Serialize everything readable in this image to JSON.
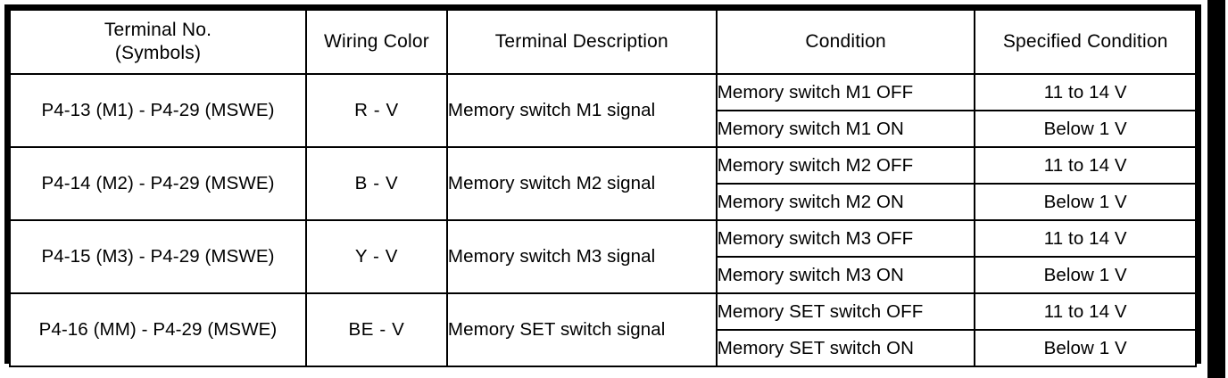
{
  "table": {
    "headers": [
      {
        "line1": "Terminal No.",
        "line2": "(Symbols)"
      },
      {
        "line1": "Wiring Color",
        "line2": ""
      },
      {
        "line1": "Terminal Description",
        "line2": ""
      },
      {
        "line1": "Condition",
        "line2": ""
      },
      {
        "line1": "Specified Condition",
        "line2": ""
      }
    ],
    "rows": [
      {
        "terminal": "P4-13 (M1) - P4-29 (MSWE)",
        "wiring_color": "R - V",
        "description": "Memory switch M1 signal",
        "conditions": [
          {
            "condition": "Memory switch M1 OFF",
            "specified": "11 to 14 V"
          },
          {
            "condition": "Memory switch M1 ON",
            "specified": "Below 1 V"
          }
        ]
      },
      {
        "terminal": "P4-14 (M2) - P4-29 (MSWE)",
        "wiring_color": "B - V",
        "description": "Memory switch M2 signal",
        "conditions": [
          {
            "condition": "Memory switch M2 OFF",
            "specified": "11 to 14 V"
          },
          {
            "condition": "Memory switch M2 ON",
            "specified": "Below 1 V"
          }
        ]
      },
      {
        "terminal": "P4-15 (M3) - P4-29 (MSWE)",
        "wiring_color": "Y - V",
        "description": "Memory switch M3 signal",
        "conditions": [
          {
            "condition": "Memory switch M3 OFF",
            "specified": "11 to 14 V"
          },
          {
            "condition": "Memory switch M3 ON",
            "specified": "Below 1 V"
          }
        ]
      },
      {
        "terminal": "P4-16 (MM) - P4-29 (MSWE)",
        "wiring_color": "BE - V",
        "description": "Memory SET switch signal",
        "conditions": [
          {
            "condition": "Memory SET switch OFF",
            "specified": "11 to 14 V"
          },
          {
            "condition": "Memory SET switch ON",
            "specified": "Below 1 V"
          }
        ]
      }
    ]
  },
  "colors": {
    "ink": "#000000",
    "paper": "#ffffff"
  }
}
